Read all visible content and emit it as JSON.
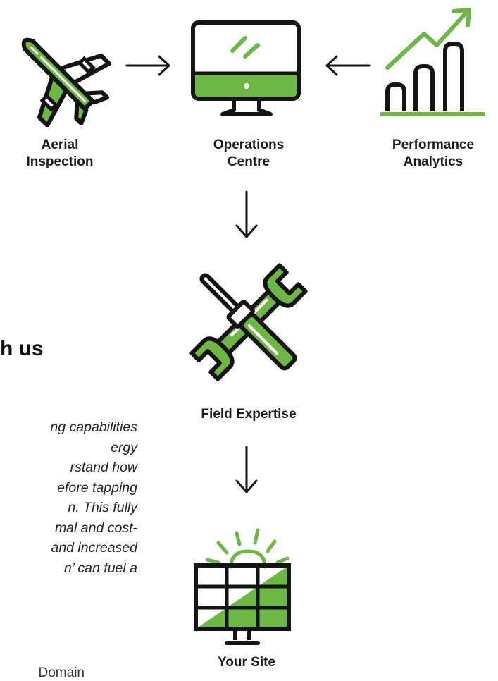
{
  "colors": {
    "green": "#6db844",
    "dark": "#141414"
  },
  "nodes": {
    "aerial": {
      "label": "Aerial\nInspection",
      "icon": "airplane-icon"
    },
    "operations": {
      "label": "Operations\nCentre",
      "icon": "monitor-icon"
    },
    "analytics": {
      "label": "Performance\nAnalytics",
      "icon": "bar-chart-growth-icon"
    },
    "field": {
      "label": "Field Expertise",
      "icon": "wrench-screwdriver-icon"
    },
    "site": {
      "label": "Your Site",
      "icon": "solar-panel-icon"
    }
  },
  "fragments": {
    "heading": "h us",
    "body": "ng capabilities\nergy\nrstand how\nefore tapping\nn. This fully\nmal and cost-\nand increased\nn’ can fuel a",
    "bottom": "Domain"
  }
}
